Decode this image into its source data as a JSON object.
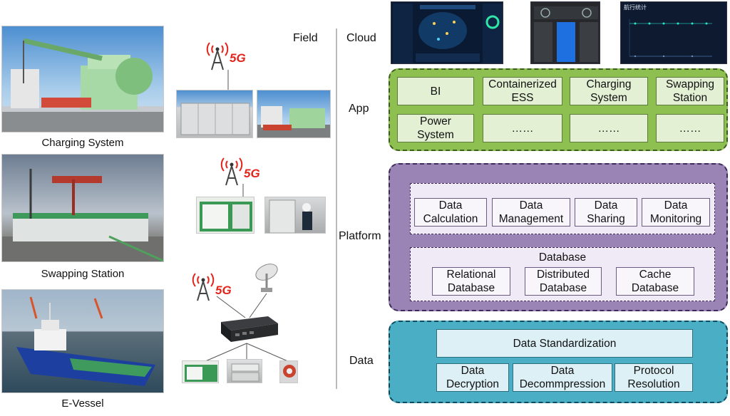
{
  "field": {
    "label_field": "Field",
    "label_cloud": "Cloud",
    "fiveg_text": "5G",
    "photos": [
      {
        "caption": "Charging System",
        "icon": "charging-crane-photo"
      },
      {
        "caption": "Swapping Station",
        "icon": "swapping-station-photo"
      },
      {
        "caption": "E-Vessel",
        "icon": "e-vessel-photo"
      }
    ]
  },
  "layers": {
    "app": "App",
    "platform": "Platform",
    "data": "Data"
  },
  "app": {
    "cells": [
      "BI",
      "Containerized\nESS",
      "Charging\nSystem",
      "Swapping\nStation",
      "Power\nSystem",
      "……",
      "……",
      "……"
    ]
  },
  "platform": {
    "services": [
      "Data\nCalculation",
      "Data\nManagement",
      "Data\nSharing",
      "Data\nMonitoring"
    ],
    "database_title": "Database",
    "databases": [
      "Relational\nDatabase",
      "Distributed\nDatabase",
      "Cache\nDatabase"
    ]
  },
  "data": {
    "standardization": "Data Standardization",
    "cells": [
      "Data\nDecryption",
      "Data\nDecommpression",
      "Protocol\nResolution"
    ]
  },
  "dashboard3": {
    "title": "航行统计"
  },
  "colors": {
    "app_fill": "#8dc050",
    "platform_fill": "#9a83b5",
    "data_fill": "#4aaec5",
    "fiveg": "#e2231a"
  }
}
